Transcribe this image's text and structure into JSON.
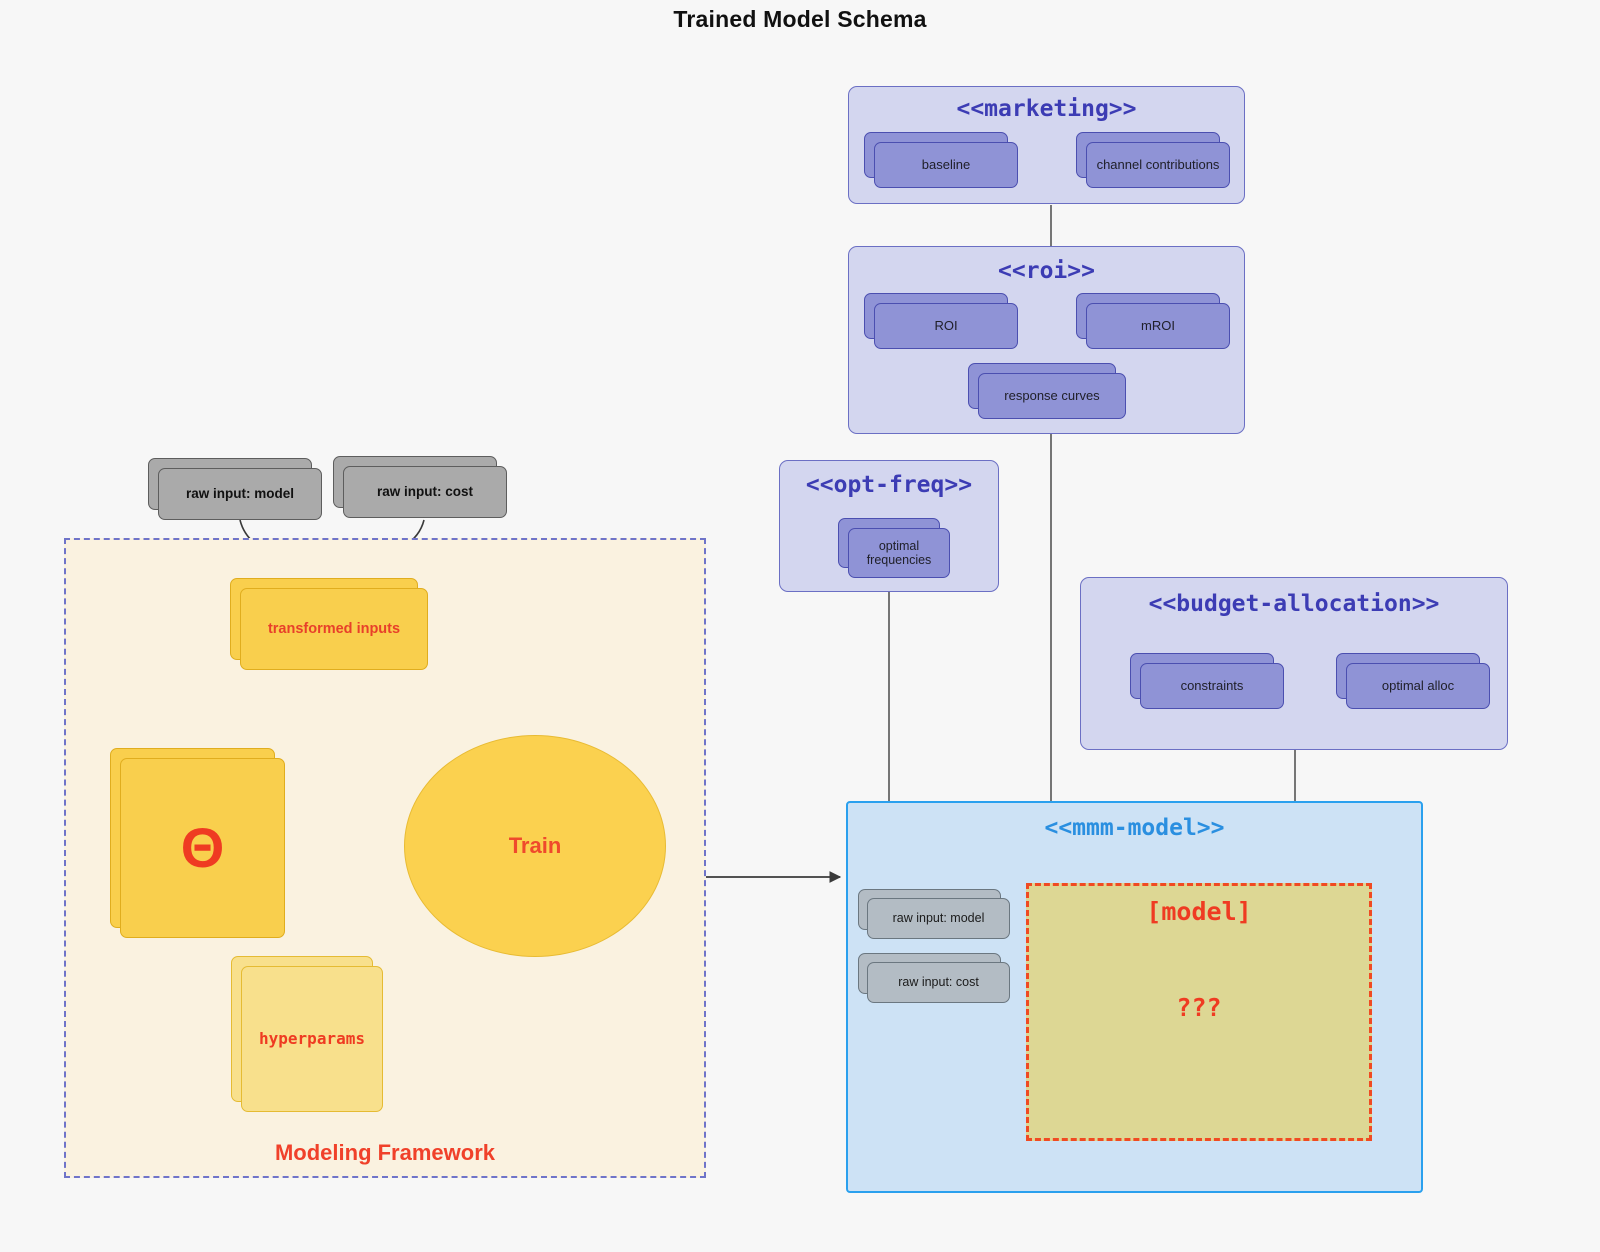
{
  "title": "Trained Model Schema",
  "colors": {
    "background": "#f7f7f7",
    "package_fill": "#d3d6ef",
    "package_border": "#6b6fc4",
    "package_title_text": "#3c3cb4",
    "node_purple_fill": "#8f93d6",
    "node_purple_border": "#4b4fb0",
    "mmm_fill": "#cde2f5",
    "mmm_border": "#2aa0ee",
    "mmm_title_text": "#2a8fe0",
    "framework_fill": "#faf2e0",
    "framework_border": "#6f74c9",
    "accent_red": "#ef3b22",
    "node_yellow_fill": "#f9cf4d",
    "node_yellow_border": "#e0ad1e",
    "node_grey_fill": "#aaaaaa",
    "model_box_fill": "#ddd794",
    "model_box_border": "#f04a22",
    "connector_line": "#4a4a4a"
  },
  "packages": {
    "marketing": {
      "title": "<<marketing>>",
      "nodes": [
        {
          "label": "baseline"
        },
        {
          "label": "channel contributions"
        }
      ],
      "relation": "bidirectional"
    },
    "roi": {
      "title": "<<roi>>",
      "nodes": [
        {
          "label": "ROI"
        },
        {
          "label": "mROI"
        },
        {
          "label": "response curves"
        }
      ],
      "relation": "bidirectional"
    },
    "opt_freq": {
      "title": "<<opt-freq>>",
      "nodes": [
        {
          "label": "optimal\nfrequencies"
        }
      ]
    },
    "budget_allocation": {
      "title": "<<budget-allocation>>",
      "nodes": [
        {
          "label": "constraints"
        },
        {
          "label": "optimal alloc"
        }
      ],
      "relation": "bidirectional"
    },
    "mmm_model": {
      "title": "<<mmm-model>>",
      "inputs": [
        {
          "label": "raw input: model"
        },
        {
          "label": "raw input: cost"
        }
      ],
      "model_box": {
        "label": "[model]",
        "unknown": "???"
      }
    }
  },
  "framework": {
    "label": "Modeling Framework",
    "raw_inputs": [
      {
        "label": "raw input: model"
      },
      {
        "label": "raw input: cost"
      }
    ],
    "transformed": {
      "label": "transformed inputs"
    },
    "theta": {
      "glyph": "Θ"
    },
    "hyperparams": {
      "label": "hyperparams"
    },
    "train": {
      "label": "Train"
    }
  }
}
